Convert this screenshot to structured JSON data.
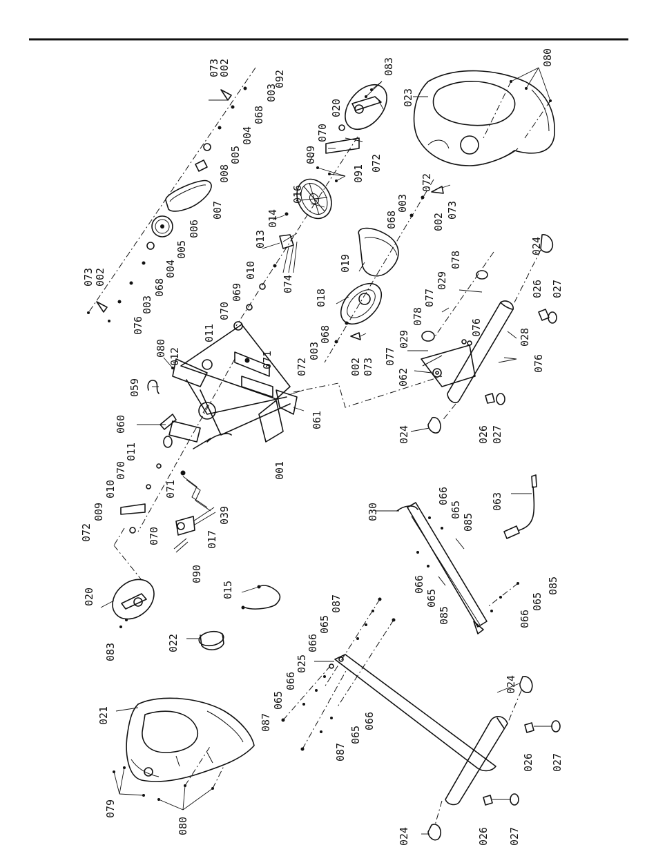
{
  "diagram": {
    "labels": {
      "top_right_073": "073",
      "top_right_002": "002",
      "top_right_092": "092",
      "top_right_003": "003",
      "top_right_068": "068",
      "top_right_004": "004",
      "top_right_005": "005",
      "top_right_008": "008",
      "top_right_007": "007",
      "top_right_006": "006",
      "top_right_005b": "005",
      "top_right_004b": "004",
      "top_right_068b": "068",
      "top_right_003b": "003",
      "top_right_076": "076",
      "top_right_073b": "073",
      "top_right_002b": "002",
      "pedal_right_083": "083",
      "pedal_right_020": "020",
      "pedal_right_070": "070",
      "pedal_right_009": "009",
      "pedal_right_072": "072",
      "pedal_right_091": "091",
      "cover_right_023": "023",
      "cover_right_080": "080",
      "flywheel_016": "016",
      "flywheel_014": "014",
      "flywheel_013": "013",
      "flywheel_074": "074",
      "flywheel_010": "010",
      "flywheel_069": "069",
      "flywheel_070": "070",
      "flywheel_011": "011",
      "flywheel_071": "071",
      "belt_019": "019",
      "belt_068": "068",
      "belt_003": "003",
      "belt_072": "072",
      "belt_002": "002",
      "belt_073": "073",
      "wheel_018": "018",
      "idler_078": "078",
      "idler_029": "029",
      "idler_077": "077",
      "idler_078b": "078",
      "idler_029b": "029",
      "idler_077b": "077",
      "idler_076": "076",
      "left_068": "068",
      "left_003": "003",
      "left_072": "072",
      "left_002": "002",
      "left_073": "073",
      "rear_062": "062",
      "rear_028": "028",
      "rear_076": "076",
      "rear_024": "024",
      "rear_026": "026",
      "rear_027": "027",
      "rear_024b": "024",
      "rear_026b": "026",
      "rear_027b": "027",
      "frame_080": "080",
      "frame_012": "012",
      "frame_059": "059",
      "frame_060": "060",
      "frame_001": "001",
      "frame_061": "061",
      "frame_071": "071",
      "frame_011": "011",
      "frame_070": "070",
      "frame_010": "010",
      "frame_009": "009",
      "frame_072": "072",
      "frame_070b": "070",
      "sensor_017": "017",
      "sensor_039": "039",
      "sensor_090": "090",
      "pedal_left_020": "020",
      "pedal_left_083": "083",
      "cable_015": "015",
      "cap_022": "022",
      "rail_030": "030",
      "rail_066": "066",
      "rail_065": "065",
      "rail_085": "085",
      "rail_066b": "066",
      "rail_065b": "065",
      "rail_085b": "085",
      "rail_066c": "066",
      "rail_065c": "065",
      "rail_085c": "085",
      "power_063": "063",
      "front_087": "087",
      "front_065": "065",
      "front_066": "066",
      "front_025": "025",
      "front_066b": "066",
      "front_065b": "065",
      "front_087b": "087",
      "front_066c": "066",
      "front_065c": "065",
      "front_087c": "087",
      "front_024": "024",
      "front_026": "026",
      "front_027": "027",
      "front_024b": "024",
      "front_026b": "026",
      "front_027b": "027",
      "cover_left_021": "021",
      "cover_left_079": "079",
      "cover_left_080": "080"
    }
  }
}
